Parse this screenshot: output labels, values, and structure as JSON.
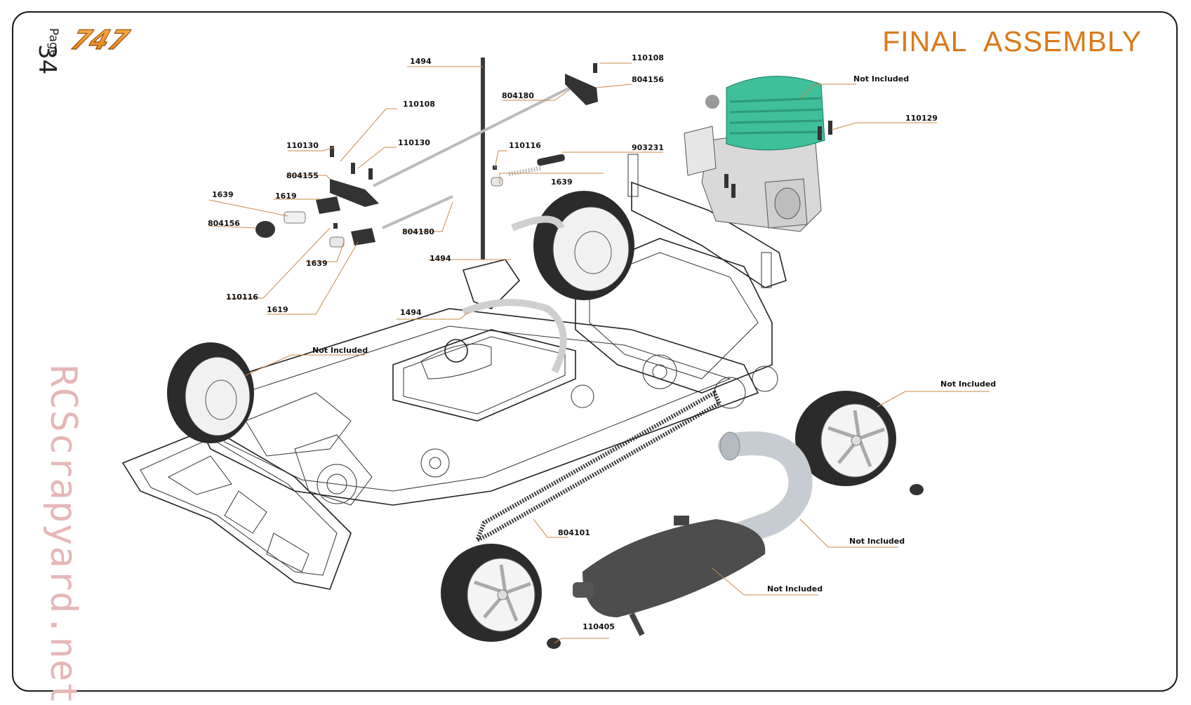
{
  "page": {
    "label": "Page",
    "number": "34"
  },
  "logo": {
    "text": "747",
    "color": "#f08a1c"
  },
  "title": "FINAL  ASSEMBLY",
  "watermark": "RCScrapyard.net",
  "colors": {
    "title": "#d97a1b",
    "leader": "#c98a4a",
    "engine": "#3fbf9a",
    "tyre": "#2b2b2b",
    "watermark": "#e6b6b6"
  },
  "labels": {
    "p1494a": "1494",
    "p110108a": "110108",
    "p804156a": "804156",
    "p110108b": "110108",
    "p804180a": "804180",
    "notIncludedEngine": "Not Included",
    "p110129": "110129",
    "p110130a": "110130",
    "p110130b": "110130",
    "p110116a": "110116",
    "p903231": "903231",
    "p804155": "804155",
    "p1639a": "1639",
    "p1639b": "1639",
    "p1619a": "1619",
    "p804156b": "804156",
    "p804180b": "804180",
    "p1639c": "1639",
    "p1494b": "1494",
    "p110116b": "110116",
    "p1619b": "1619",
    "p1494c": "1494",
    "notIncludedFrontWheel": "Not Included",
    "notIncludedRearWheel": "Not Included",
    "p804101": "804101",
    "notIncludedPipe": "Not Included",
    "notIncludedExhaust": "Not Included",
    "p110405": "110405"
  }
}
